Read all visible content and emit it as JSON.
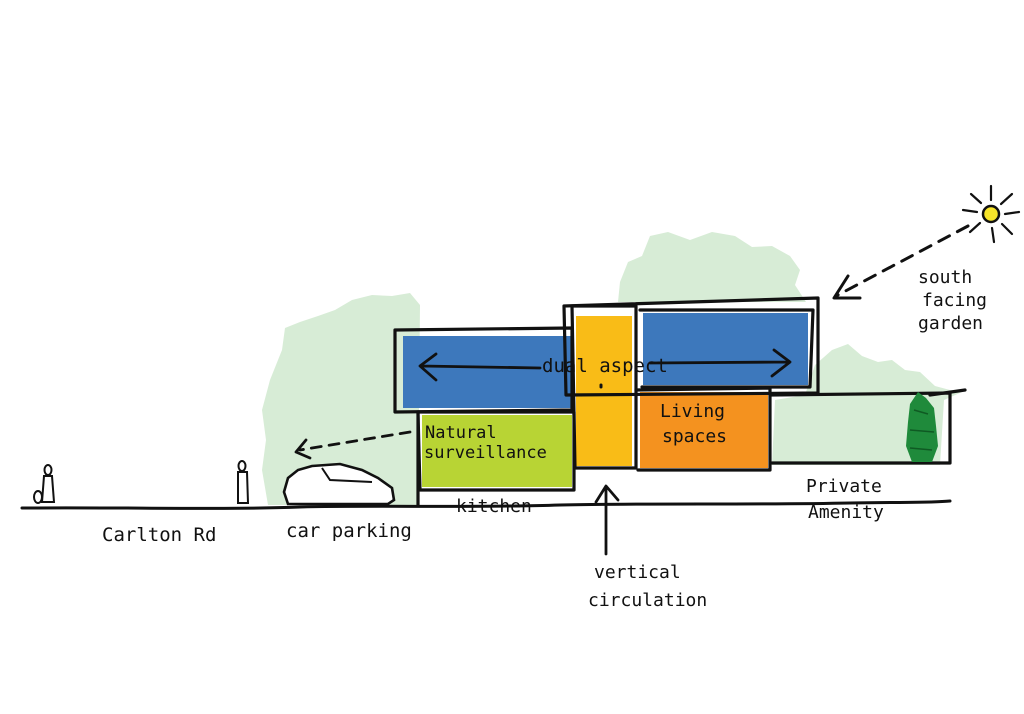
{
  "labels": {
    "street": "Carlton Rd",
    "parking": "car parking",
    "kitchen": "kitchen",
    "circulation_line1": "vertical",
    "circulation_line2": "circulation",
    "amenity_line1": "Private",
    "amenity_line2": "Amenity",
    "garden_line1": "south",
    "garden_line2": "facing",
    "garden_line3": "garden",
    "dual_aspect": "dual aspect",
    "surveillance_line1": "Natural",
    "surveillance_line2": "surveillance",
    "living_line1": "Living",
    "living_line2": "spaces"
  },
  "icons": [
    "sun-icon",
    "tree-icon",
    "car-icon",
    "person-icon",
    "arrow-icon"
  ],
  "colors": {
    "foliage": "#d7ecd6",
    "upper_floor_blue": "#3d78bc",
    "kitchen_green": "#b8d434",
    "circulation_yellow": "#f9bc17",
    "living_orange": "#f4921f",
    "sun_yellow": "#f7e52a",
    "shrub_green": "#1f8a3b",
    "ink": "#111111"
  }
}
